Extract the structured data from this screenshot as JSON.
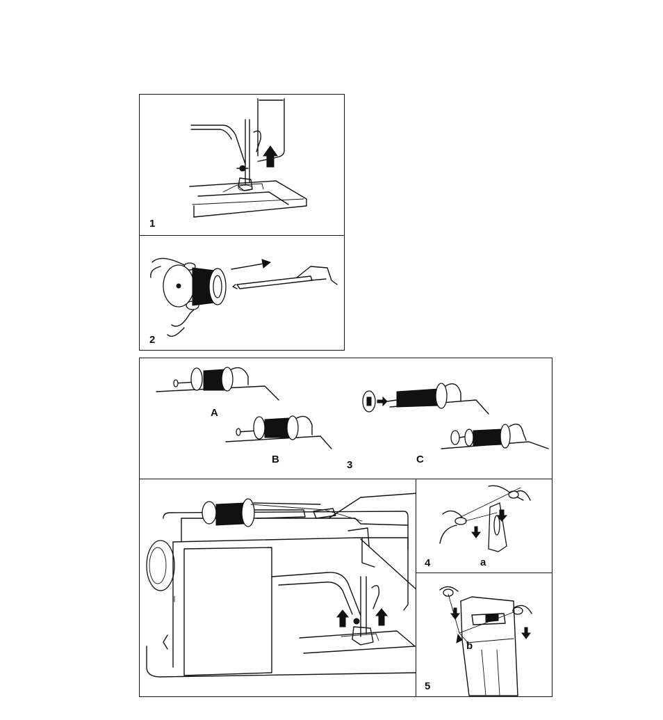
{
  "figures": [
    {
      "id": "fig1",
      "number": "1"
    },
    {
      "id": "fig2",
      "number": "2"
    },
    {
      "id": "fig3",
      "number": "3",
      "sublabels": [
        "A",
        "B",
        "C"
      ]
    },
    {
      "id": "fig4",
      "number": "4",
      "sublabels": [
        "a"
      ]
    },
    {
      "id": "fig5",
      "number": "5",
      "sublabels": [
        "b"
      ]
    }
  ]
}
